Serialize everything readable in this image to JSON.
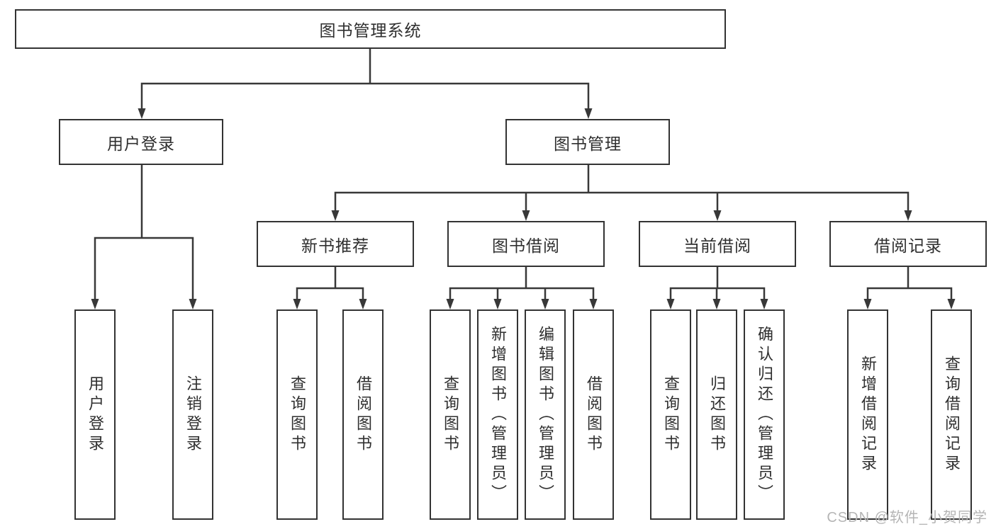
{
  "colors": {
    "line": "#383838",
    "box_border": "#333333",
    "text": "#2f2f2f",
    "background": "#ffffff",
    "watermark": "#b5b5b5"
  },
  "watermark": "CSDN @软件_小贺同学",
  "nodes": {
    "root": "图书管理系统",
    "user_login": "用户登录",
    "book_mgmt": "图书管理",
    "new_book_rec": "新书推荐",
    "book_borrow": "图书借阅",
    "current_borrow": "当前借阅",
    "borrow_records": "借阅记录",
    "ul_login": "用户登录",
    "ul_logout": "注销登录",
    "nb_query": "查询图书",
    "nb_borrow": "借阅图书",
    "bb_query": "查询图书",
    "bb_add": "新增图书（管理员）",
    "bb_edit": "编辑图书（管理员）",
    "bb_borrow": "借阅图书",
    "cb_query": "查询图书",
    "cb_return": "归还图书",
    "cb_confirm": "确认归还（管理员）",
    "br_add": "新增借阅记录",
    "br_query": "查询借阅记录"
  },
  "hierarchy": {
    "图书管理系统": {
      "用户登录": [
        "用户登录",
        "注销登录"
      ],
      "图书管理": {
        "新书推荐": [
          "查询图书",
          "借阅图书"
        ],
        "图书借阅": [
          "查询图书",
          "新增图书（管理员）",
          "编辑图书（管理员）",
          "借阅图书"
        ],
        "当前借阅": [
          "查询图书",
          "归还图书",
          "确认归还（管理员）"
        ],
        "借阅记录": [
          "新增借阅记录",
          "查询借阅记录"
        ]
      }
    }
  }
}
